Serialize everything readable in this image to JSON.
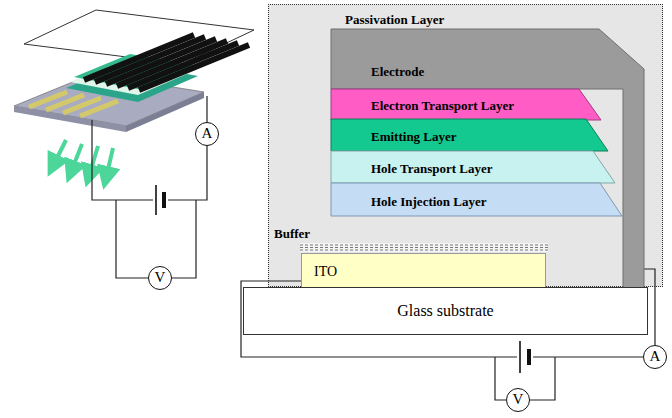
{
  "diagram": {
    "nodes": [
      {
        "text": [
          "A"
        ]
      },
      {
        "text": [
          "V"
        ]
      },
      {
        "text": [
          "Passivation Layer"
        ]
      },
      {
        "text": [
          "Electrode"
        ],
        "in": 2
      },
      {
        "text": [
          "Electron Transport Layer"
        ],
        "in": 2
      },
      {
        "text": [
          "Emitting Layer"
        ],
        "in": 2
      },
      {
        "text": [
          "Hole Transport Layer"
        ],
        "in": 2
      },
      {
        "text": [
          "Hole Injection Layer"
        ],
        "in": 2
      },
      {
        "text": [
          "ITO"
        ],
        "in": 2
      },
      {
        "text": [
          "Glass substrate"
        ]
      },
      {
        "text": [
          "A"
        ]
      },
      {
        "text": [
          "V"
        ]
      }
    ],
    "edges": [
      {
        "from": 8,
        "to": 10,
        "arrow": "none"
      },
      {
        "from": 3,
        "to": 10,
        "arrow": "none"
      }
    ],
    "labels": [
      "Buffer"
    ]
  }
}
